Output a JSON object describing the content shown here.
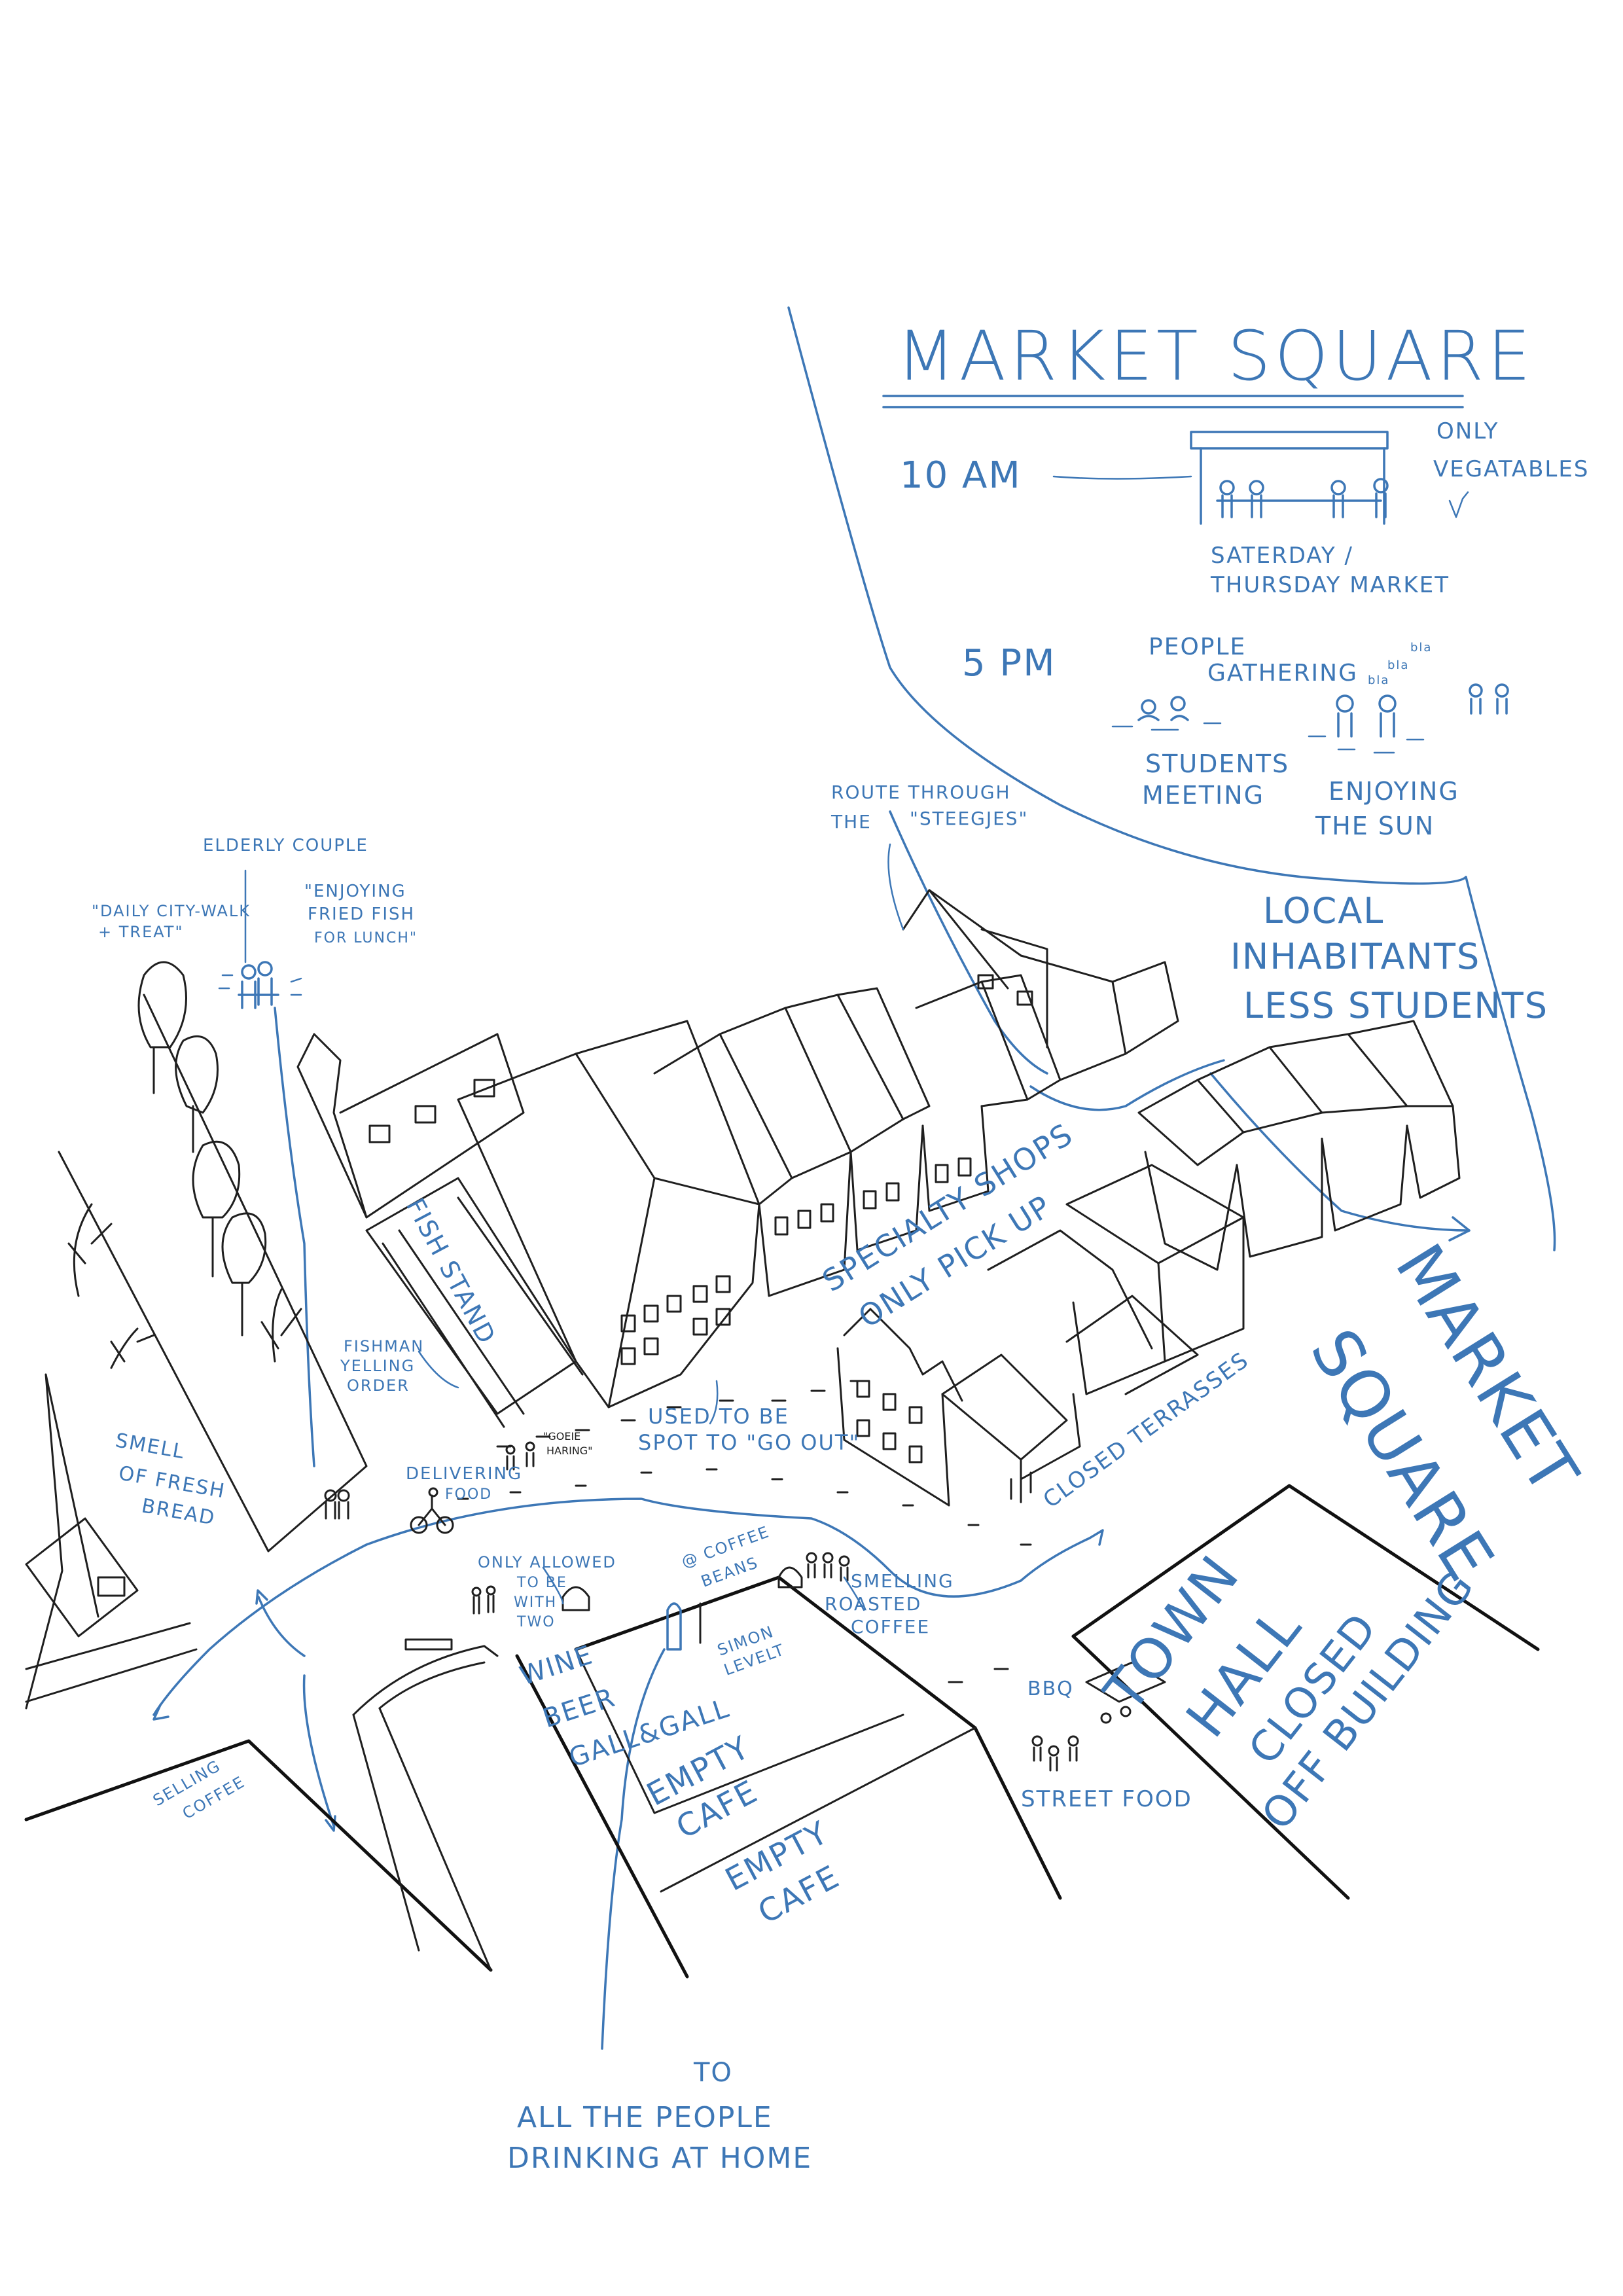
{
  "title": "MARKET SQUARE",
  "schedule": {
    "morning": {
      "time": "10 AM",
      "note_line1": "ONLY",
      "note_line2": "VEGATABLES",
      "days_line1": "SATERDAY /",
      "days_line2": "THURSDAY MARKET"
    },
    "evening": {
      "time": "5 PM",
      "gathering_line1": "PEOPLE",
      "gathering_line2": "GATHERING",
      "chatter": "bla",
      "students_line1": "STUDENTS",
      "students_line2": "MEETING",
      "sun_line1": "ENJOYING",
      "sun_line2": "THE SUN"
    }
  },
  "annotations": {
    "route_line1": "ROUTE THROUGH",
    "route_line2a": "THE",
    "route_line2b": "\"STEEGJES\"",
    "local_line1": "LOCAL",
    "local_line2": "INHABITANTS",
    "local_line3": "LESS STUDENTS",
    "elderly": "ELDERLY COUPLE",
    "walk_line1": "\"DAILY CITY-WALK",
    "walk_line2": "+ TREAT\"",
    "fish_line1": "\"ENJOYING",
    "fish_line2": "FRIED FISH",
    "fish_line3": "FOR LUNCH\"",
    "specialty_line1": "SPECIALTY SHOPS",
    "specialty_line2": "ONLY PICK UP",
    "fish_stand": "FISH STAND",
    "fishman_line1": "FISHMAN",
    "fishman_line2": "YELLING",
    "fishman_line3": "ORDER",
    "used_line1": "USED TO BE",
    "used_line2": "SPOT TO \"GO OUT\"",
    "goede_line1": "\"GOEIE",
    "goede_line2": "HARING\"",
    "bread_line1": "SMELL",
    "bread_line2": "OF FRESH",
    "bread_line3": "BREAD",
    "delivering_line1": "DELIVERING",
    "delivering_line2": "FOOD",
    "terrasses": "CLOSED TERRASSES",
    "two_line1": "ONLY ALLOWED",
    "two_line2": "TO BE",
    "two_line3": "WITH",
    "two_line4": "TWO",
    "beans_line1": "@ COFFEE",
    "beans_line2": "BEANS",
    "roasted_line1": "SMELLING",
    "roasted_line2": "ROASTED",
    "roasted_line3": "COFFEE",
    "simon_line1": "SIMON",
    "simon_line2": "LEVELT",
    "wine_line1": "WINE",
    "wine_line2": "BEER",
    "wine_line3": "GALL&GALL",
    "cafe1_line1": "EMPTY",
    "cafe1_line2": "CAFE",
    "cafe2_line1": "EMPTY",
    "cafe2_line2": "CAFE",
    "selling_line1": "SELLING",
    "selling_line2": "COFFEE",
    "bbq": "BBQ",
    "streetfood": "STREET FOOD",
    "town_line1": "TOWN",
    "town_line2": "HALL",
    "town_line3": "CLOSED",
    "town_line4": "OFF BUILDING",
    "square_line1": "MARKET",
    "square_line2": "SQUARE",
    "bottom_line1": "TO",
    "bottom_line2": "ALL THE PEOPLE",
    "bottom_line3": "DRINKING AT HOME"
  },
  "colors": {
    "ink": "#1f1f1f",
    "annotation_blue": "#3d77b6",
    "paper": "#ffffff"
  }
}
